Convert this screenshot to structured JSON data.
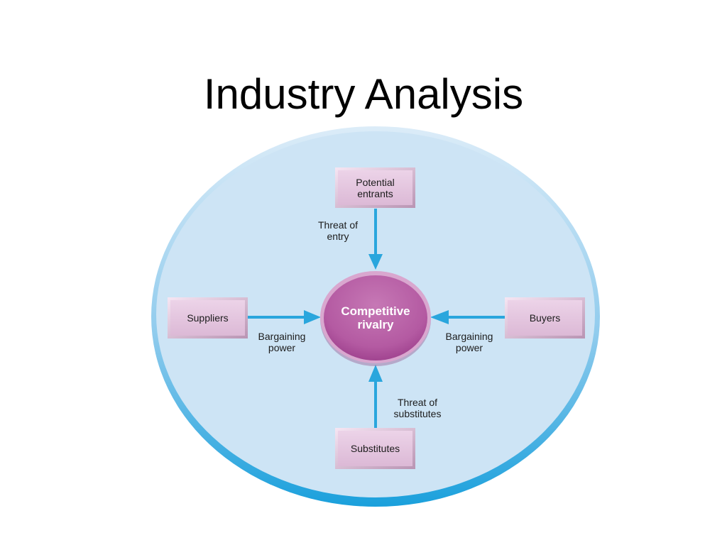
{
  "slide": {
    "title": "Industry Analysis"
  },
  "diagram": {
    "center": {
      "label": "Competitive\nrivalry"
    },
    "forces": {
      "top": {
        "box_label": "Potential\nentrants",
        "flow_label": "Threat of\nentry"
      },
      "left": {
        "box_label": "Suppliers",
        "flow_label": "Bargaining\npower"
      },
      "right": {
        "box_label": "Buyers",
        "flow_label": "Bargaining\npower"
      },
      "bottom": {
        "box_label": "Substitutes",
        "flow_label": "Threat of\nsubstitutes"
      }
    },
    "colors": {
      "background_ellipse_fill": "#cde4f5",
      "background_ellipse_edge": "#2a9fd8",
      "arrow": "#2aa6dd",
      "box_fill": "#e6c8e2",
      "center_fill": "#b85ca6"
    }
  }
}
